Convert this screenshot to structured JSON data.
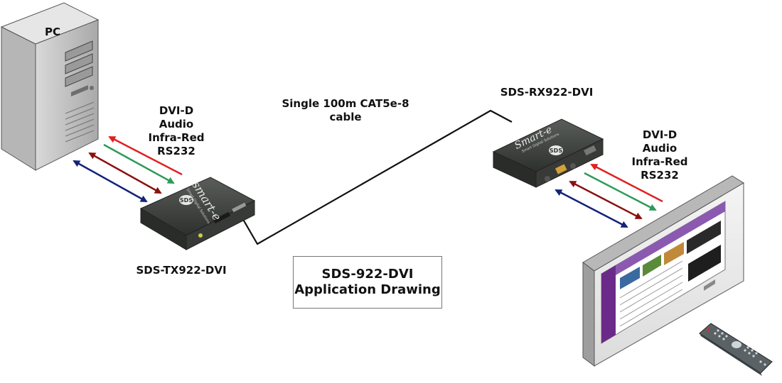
{
  "pc": {
    "label": "PC"
  },
  "transmitter": {
    "label": "SDS-TX922-DVI",
    "brand": "smart-e",
    "tagline": "Smart Digital Solutions",
    "logo": "SDS"
  },
  "receiver": {
    "label": "SDS-RX922-DVI",
    "brand": "Smart-e",
    "tagline": "Smart Digital Solutions",
    "logo": "SDS"
  },
  "cable": {
    "label_line1": "Single 100m CAT5e-8",
    "label_line2": "cable"
  },
  "signals_left": [
    "DVI-D",
    "Audio",
    "Infra-Red",
    "RS232"
  ],
  "signals_right": [
    "DVI-D",
    "Audio",
    "Infra-Red",
    "RS232"
  ],
  "title": {
    "line1": "SDS-922-DVI",
    "line2": "Application Drawing"
  },
  "colors": {
    "dvi": "#e02020",
    "audio": "#2e9a5a",
    "infrared": "#8b1010",
    "rs232": "#12237a",
    "device": "#3a3d3a",
    "pc_body": "#c4c4c4"
  },
  "icons": [
    "pc-tower-icon",
    "transmitter-box-icon",
    "receiver-box-icon",
    "monitor-icon",
    "remote-control-icon"
  ]
}
